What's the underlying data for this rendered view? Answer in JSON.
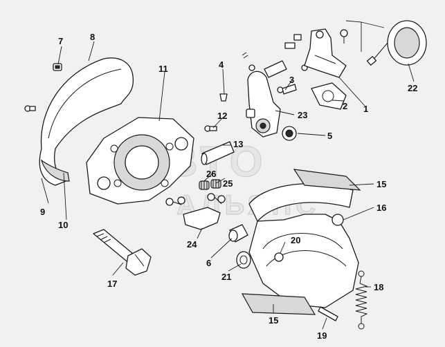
{
  "watermark": {
    "line1": "АВТО",
    "line2": "АЛЬЯНС"
  },
  "callouts": [
    {
      "id": "c1",
      "label": "1"
    },
    {
      "id": "c2",
      "label": "2"
    },
    {
      "id": "c3",
      "label": "3"
    },
    {
      "id": "c4",
      "label": "4"
    },
    {
      "id": "c5",
      "label": "5"
    },
    {
      "id": "c6",
      "label": "6"
    },
    {
      "id": "c7",
      "label": "7"
    },
    {
      "id": "c8",
      "label": "8"
    },
    {
      "id": "c9",
      "label": "9"
    },
    {
      "id": "c10",
      "label": "10"
    },
    {
      "id": "c11",
      "label": "11"
    },
    {
      "id": "c12",
      "label": "12"
    },
    {
      "id": "c13",
      "label": "13"
    },
    {
      "id": "c15a",
      "label": "15"
    },
    {
      "id": "c15b",
      "label": "15"
    },
    {
      "id": "c16",
      "label": "16"
    },
    {
      "id": "c17",
      "label": "17"
    },
    {
      "id": "c18",
      "label": "18"
    },
    {
      "id": "c19",
      "label": "19"
    },
    {
      "id": "c20",
      "label": "20"
    },
    {
      "id": "c21",
      "label": "21"
    },
    {
      "id": "c22",
      "label": "22"
    },
    {
      "id": "c23",
      "label": "23"
    },
    {
      "id": "c24",
      "label": "24"
    },
    {
      "id": "c25",
      "label": "25"
    },
    {
      "id": "c26",
      "label": "26"
    }
  ]
}
